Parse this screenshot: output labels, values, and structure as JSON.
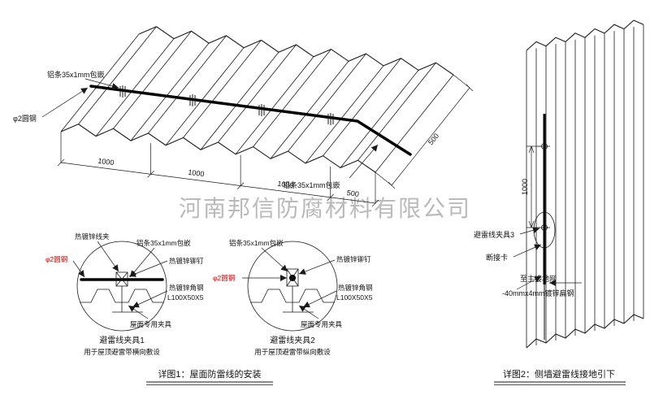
{
  "watermark": "河南邦信防腐材料有限公司",
  "colors": {
    "ink": "#1a1a1a",
    "red": "#d40000",
    "watermark_gray": "#a9a9a9"
  },
  "main": {
    "label_strip_top": "铝条35x1mm包嵌",
    "label_round_steel": "φ2圆钢",
    "label_strip_bottom": "铝条35x1mm包嵌",
    "dim_1000_a": "1000",
    "dim_1000_b": "1000",
    "dim_1000_c": "1000",
    "dim_500_chain": "500",
    "dim_500_edge": "500"
  },
  "detail1": {
    "title": "避雷线夹具1",
    "subtitle": "用于屋顶避雷带横向敷设",
    "labels": {
      "clamp": "热镀锌线夹",
      "strip": "铝条35x1mm包嵌",
      "rivet": "热镀锌铆钉",
      "round_steel": "φ2圆钢",
      "angle_steel": "热镀锌角钢",
      "angle_spec": "L100X50X5",
      "roof_fixture": "屋面专用夹具"
    }
  },
  "detail2": {
    "title": "避雷线夹具2",
    "subtitle": "用于屋顶避雷带纵向敷设",
    "labels": {
      "strip": "铝条35x1mm包嵌",
      "rivet": "热镀锌铆钉",
      "round_steel": "φ2圆钢",
      "angle_steel": "热镀锌角钢",
      "angle_spec": "L100X50X5",
      "roof_fixture": "屋面专用夹具"
    }
  },
  "wall": {
    "dim_1000": "1000",
    "labels": {
      "clamp3": "避雷线夹具3",
      "disconnect": "断接卡",
      "to_ground": "至主接地网",
      "flat_steel": "-40mmx4mm镀锌扁钢"
    }
  },
  "captions": {
    "detail1": "详图1：屋面防雷线的安装",
    "detail2": "详图2：侧墙避雷线接地引下"
  }
}
